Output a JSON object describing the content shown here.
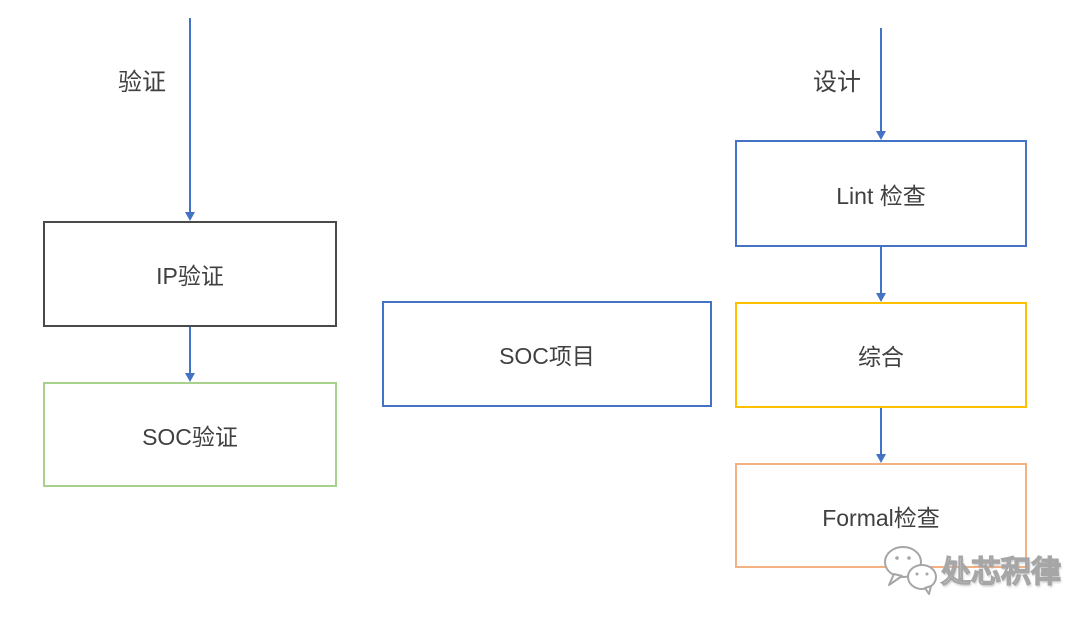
{
  "diagram": {
    "center_box": {
      "label": "SOC项目"
    },
    "left_flow": {
      "entry_label": "验证",
      "boxes": [
        {
          "label": "IP验证"
        },
        {
          "label": "SOC验证"
        }
      ]
    },
    "right_flow": {
      "entry_label": "设计",
      "boxes": [
        {
          "label": "Lint 检查"
        },
        {
          "label": "综合"
        },
        {
          "label": "Formal检查"
        }
      ]
    },
    "watermark": {
      "text": "处芯积律",
      "icon": "wechat-icon"
    }
  },
  "colors": {
    "arrow": "#4472c4",
    "box_gray": "#4a4a4a",
    "box_green": "#a9d18e",
    "box_blue": "#4472c4",
    "box_gold": "#ffc000",
    "box_orange": "#f4b183",
    "text": "#404040",
    "watermark_outline": "#a6a6a6"
  }
}
